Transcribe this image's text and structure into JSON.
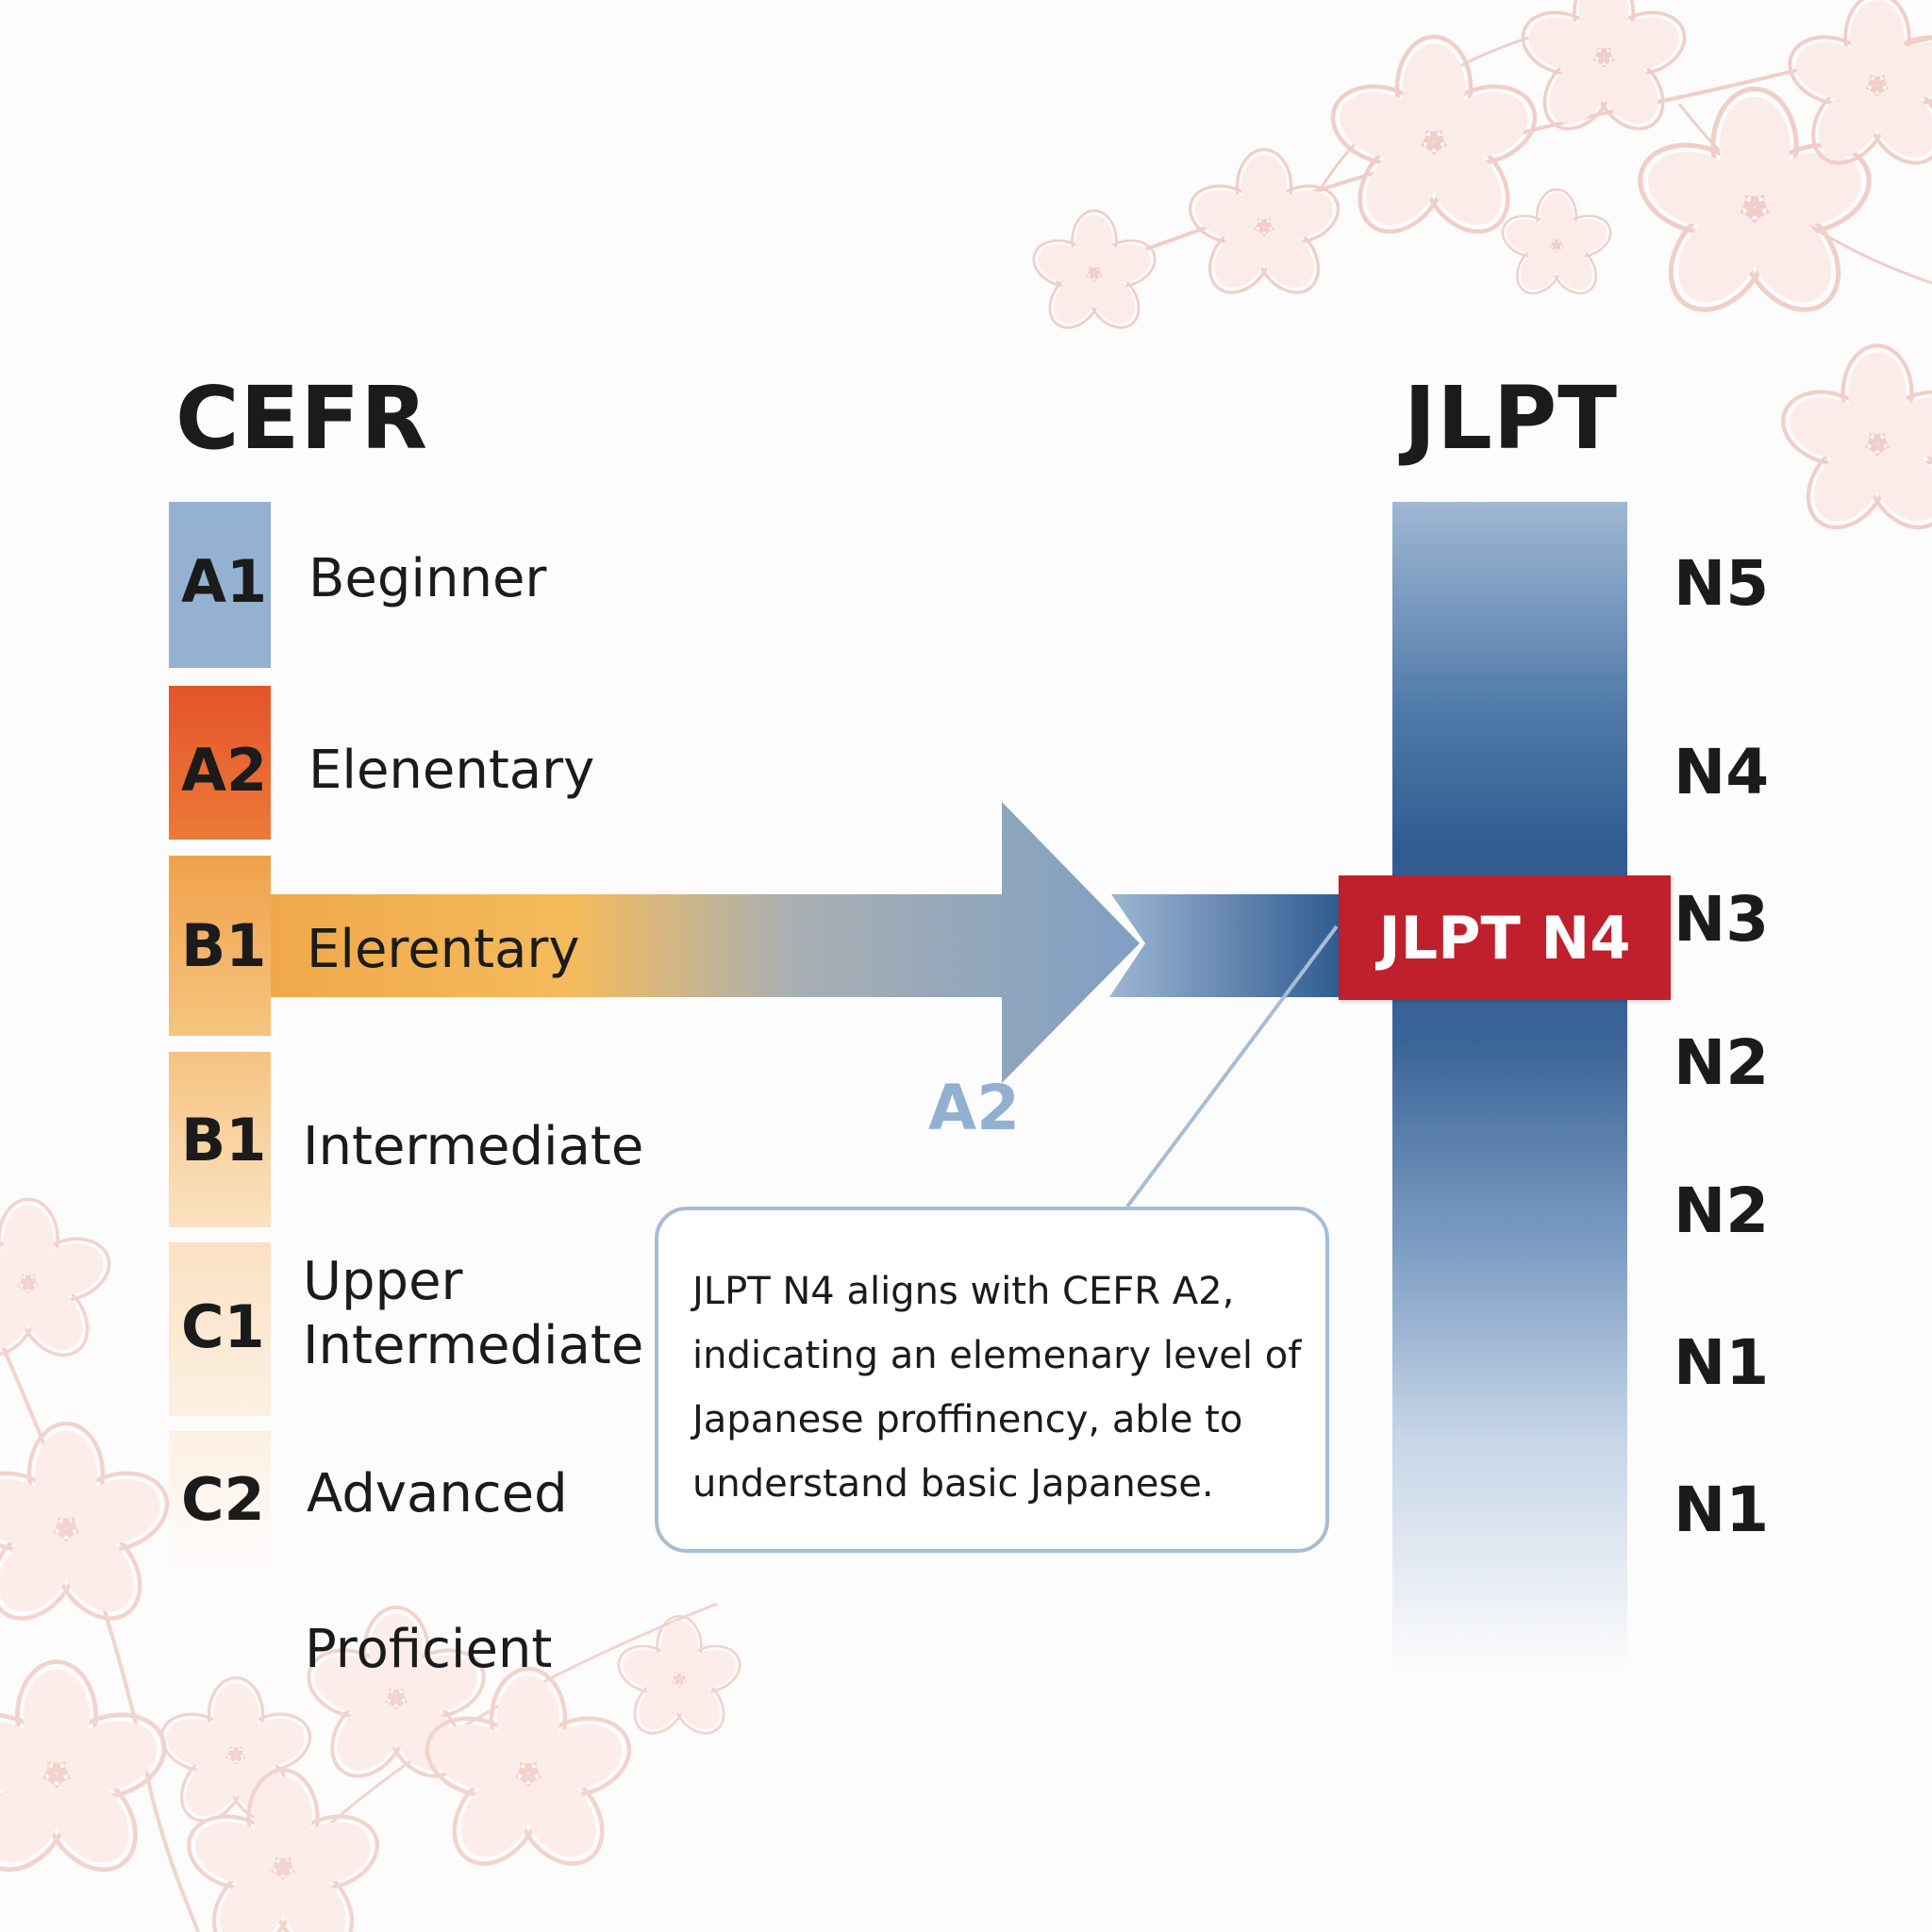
{
  "cefr": {
    "title": "CEFR",
    "levels": [
      {
        "code": "A1",
        "label": "Beginner"
      },
      {
        "code": "A2",
        "label": "Elenentary"
      },
      {
        "code": "B1",
        "label": "Elerentary"
      },
      {
        "code": "B1",
        "label": "Intermediate"
      },
      {
        "code": "C1",
        "label_line1": "Upper",
        "label_line2": "Intermediate"
      },
      {
        "code": "C2",
        "label": "Advanced"
      },
      {
        "code": "",
        "label": "Proficient"
      }
    ]
  },
  "jlpt": {
    "title": "JLPT",
    "levels": [
      "N5",
      "N4",
      "N3",
      "N2",
      "N2",
      "N1",
      "N1"
    ]
  },
  "highlight": {
    "badge": "JLPT N4",
    "arrow_label": "A2",
    "callout_lines": [
      "JLPT N4 aligns with CEFR A2,",
      "indicating an elemenary level of",
      "Japanese proffinency, able to",
      "understand basic Japanese."
    ]
  },
  "colors": {
    "a1": "#95b1d1",
    "a2": "#e4572a",
    "b1": "#f0a34a",
    "jlpt_band": "#2f5b90",
    "badge": "#c0202c",
    "blossom": "#f2c9c1"
  }
}
